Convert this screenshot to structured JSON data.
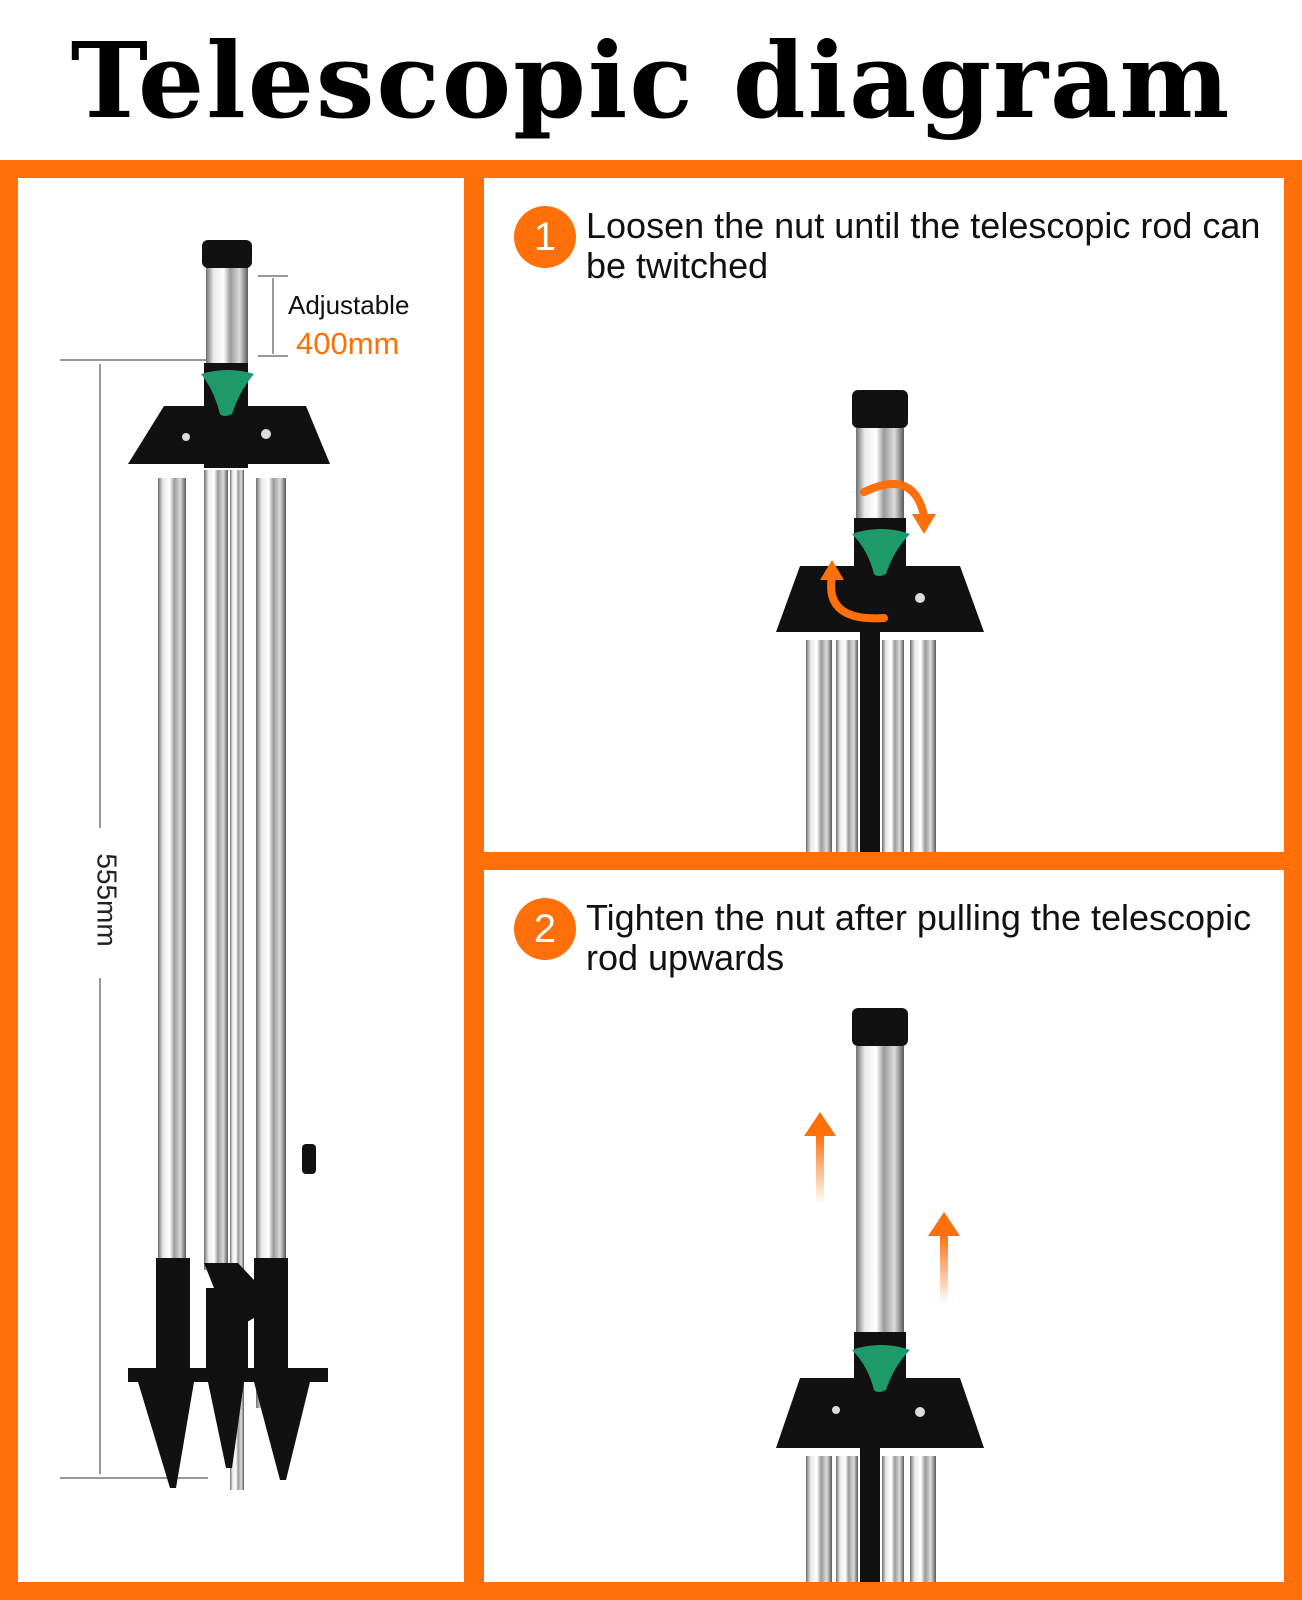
{
  "title": "Telescopic diagram",
  "left_panel": {
    "adjustable_label": "Adjustable",
    "adjustable_value": "400mm",
    "height_value": "555mm"
  },
  "steps": [
    {
      "number": "1",
      "text": "Loosen the nut until the telescopic rod can be twitched"
    },
    {
      "number": "2",
      "text": "Tighten the nut after pulling the telescopic rod upwards"
    }
  ],
  "colors": {
    "accent": "#ff6f0a",
    "knob": "#1e9a6a",
    "base": "#111111"
  },
  "icons": [
    "rotate-arrows-icon",
    "up-arrow-icon"
  ]
}
